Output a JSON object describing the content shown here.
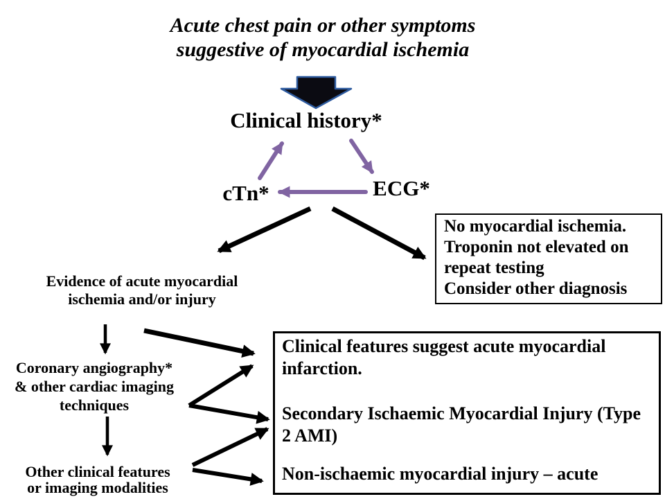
{
  "slide": {
    "background": "#ffffff",
    "title": "Acute chest pain or other symptoms\nsuggestive of myocardial ischemia"
  },
  "colors": {
    "text": "#000000",
    "purple_arrow": "#8064A2",
    "black_arrow": "#000000",
    "block_arrow_fill": "#0b0b12",
    "block_arrow_border": "#2E5B9F",
    "box_border": "#000000"
  },
  "nodes": {
    "clinical_history": "Clinical history*",
    "ctn": "cTn*",
    "ecg": "ECG*",
    "evidence": "Evidence of acute myocardial\nischemia and/or injury",
    "coronary": "Coronary angiography*\n& other cardiac imaging\ntechniques",
    "other_features": "Other clinical features\nor imaging modalities"
  },
  "boxes": {
    "no_ischemia": {
      "text": "No myocardial ischemia.\nTroponin not elevated on\nrepeat testing\nConsider other diagnosis"
    },
    "outcomes": {
      "paragraphs": [
        "Clinical features suggest acute myocardial\ninfarction.",
        "Secondary Ischaemic Myocardial Injury (Type\n2 AMI)",
        "Non-ischaemic myocardial injury – acute"
      ]
    }
  }
}
